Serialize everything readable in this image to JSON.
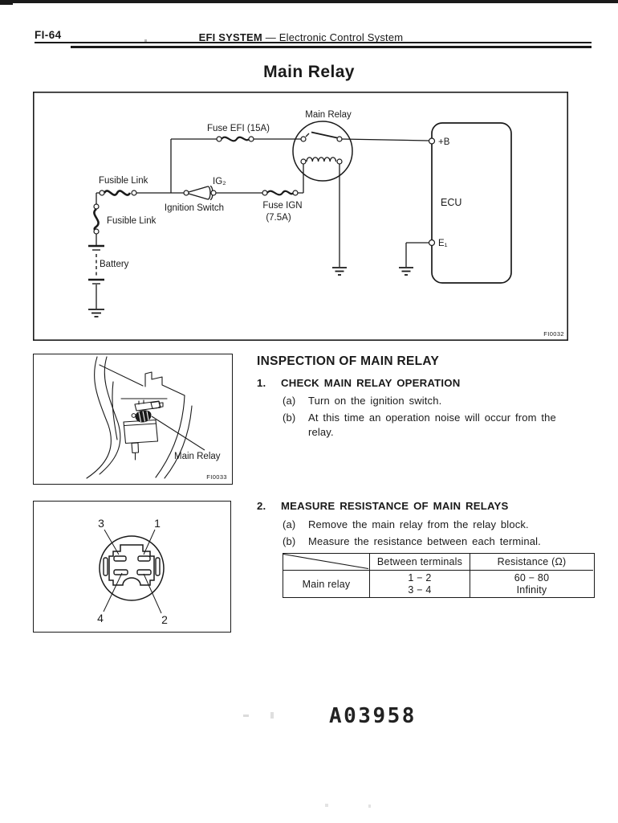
{
  "header": {
    "page_code": "FI-64",
    "section": "EFI SYSTEM",
    "section_sub": "— Electronic Control System",
    "title": "Main Relay"
  },
  "circuit": {
    "fig_code": "FI0032",
    "labels": {
      "main_relay": "Main Relay",
      "fuse_efi": "Fuse EFI (15A)",
      "fusible_link_top": "Fusible Link",
      "fusible_link_bottom": "Fusible Link",
      "ignition_switch": "Ignition Switch",
      "ig2": "IG₂",
      "fuse_ign": "Fuse IGN",
      "fuse_ign_rating": "(7.5A)",
      "battery": "Battery",
      "ecu": "ECU",
      "terminal_b": "+B",
      "terminal_e1": "E₁"
    }
  },
  "location_figure": {
    "callout": "Main Relay",
    "fig_code": "FI0033"
  },
  "connector_figure": {
    "pin_top_left": "3",
    "pin_top_right": "1",
    "pin_bottom_left": "4",
    "pin_bottom_right": "2"
  },
  "inspection": {
    "heading": "INSPECTION OF MAIN RELAY",
    "step1": {
      "num": "1.",
      "title": "CHECK MAIN RELAY OPERATION",
      "a_tag": "(a)",
      "a_text": "Turn on the ignition switch.",
      "b_tag": "(b)",
      "b_line1": "At this time an operation noise will occur from the",
      "b_line2": "relay."
    },
    "step2": {
      "num": "2.",
      "title": "MEASURE RESISTANCE OF MAIN RELAYS",
      "a_tag": "(a)",
      "a_text": "Remove the main relay from the relay block.",
      "b_tag": "(b)",
      "b_text": "Measure the resistance between each terminal."
    }
  },
  "table": {
    "col2_header": "Between terminals",
    "col3_header": "Resistance (Ω)",
    "row_label": "Main relay",
    "terminals_line1": "1 − 2",
    "terminals_line2": "3 − 4",
    "resistance_line1": "60 − 80",
    "resistance_line2": "Infinity"
  },
  "stamp": "A03958"
}
